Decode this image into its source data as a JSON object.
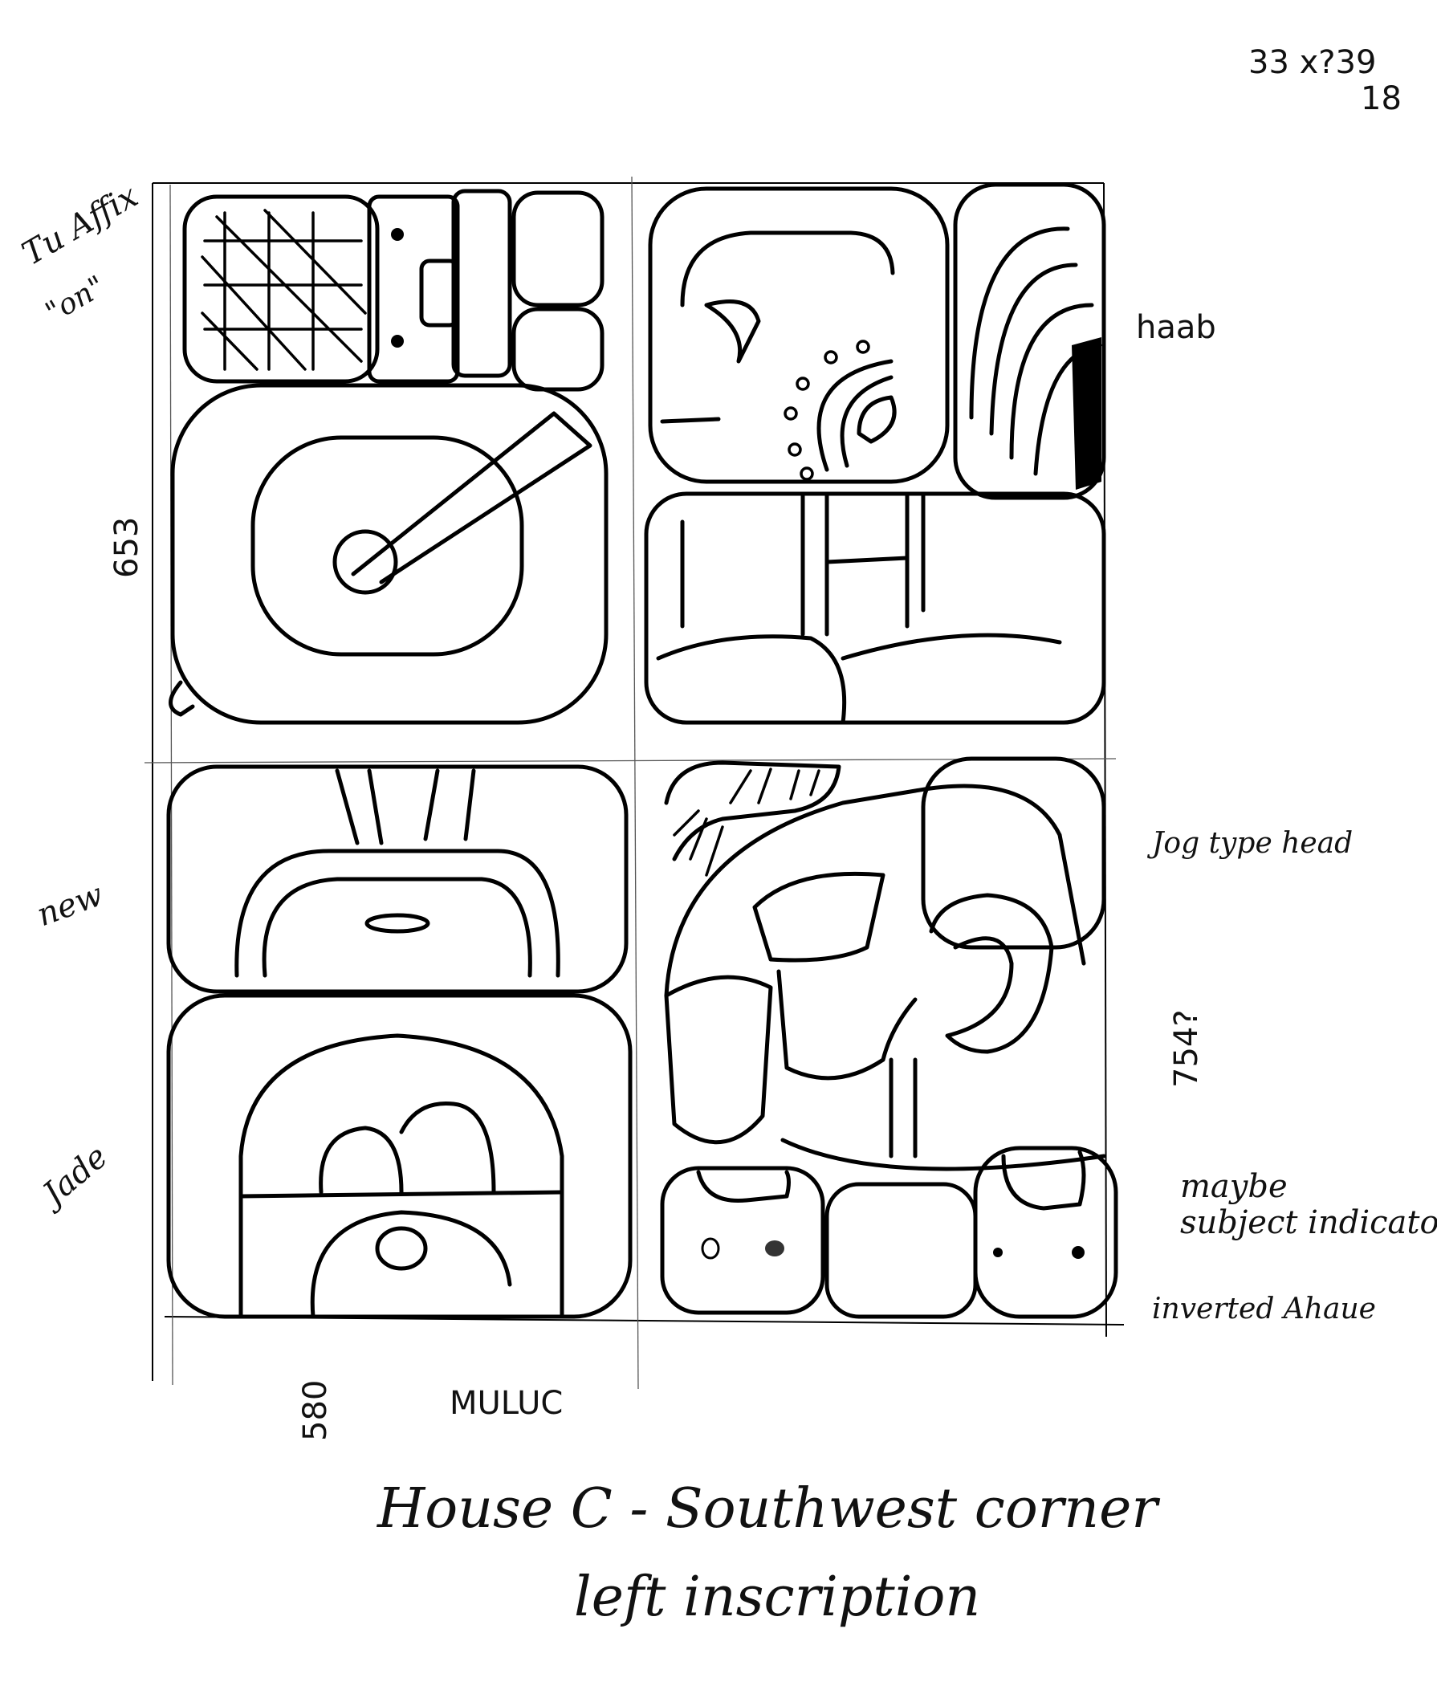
{
  "corner_numbers": {
    "line1": "33   x?39",
    "line2": "18"
  },
  "annotations": {
    "tu_affix": "Tu Affix",
    "on": "\"on\"",
    "haab": "haab",
    "num_653": "653",
    "new": "new",
    "jog_type_head": "Jog type head",
    "jade": "Jade",
    "num_754": "754?",
    "maybe_subject_1": "maybe",
    "maybe_subject_2": "subject indicator",
    "inverted_ahaue": "inverted Ahaue",
    "num_580": "580",
    "muluc": "MULUC"
  },
  "caption": {
    "line1": "House C - Southwest corner",
    "line2": "left inscription"
  }
}
